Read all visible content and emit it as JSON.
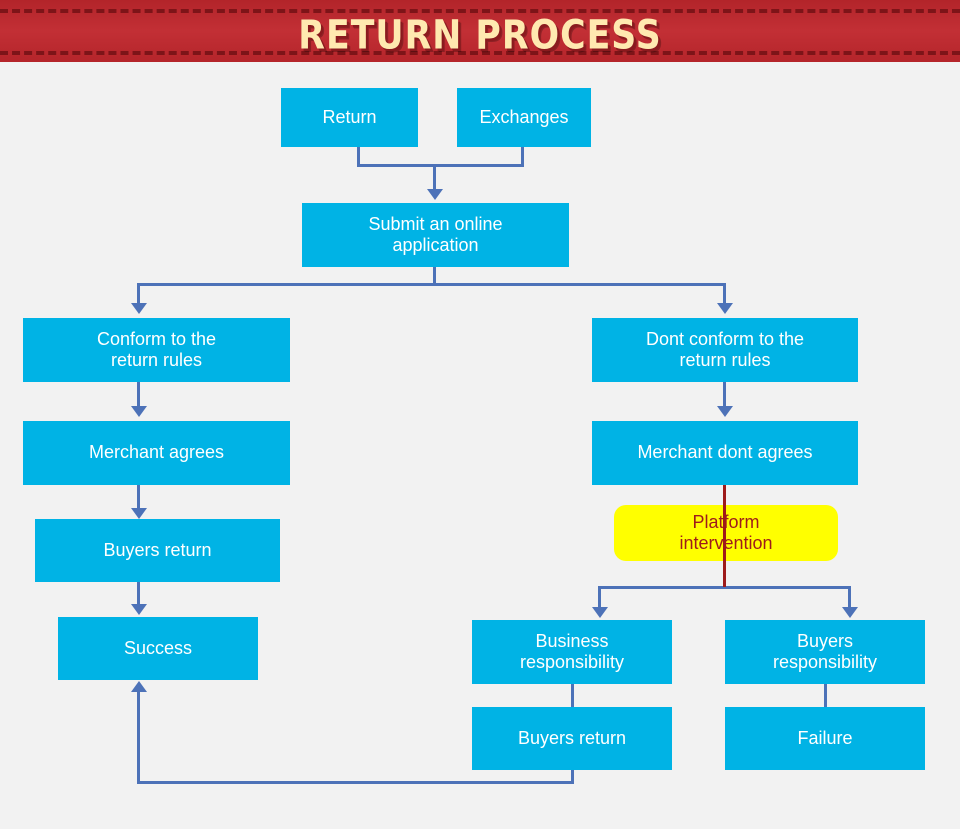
{
  "header": {
    "title": "RETURN PROCESS",
    "background_color": "#c0272d",
    "title_color": "#ffe9b0",
    "stitch_color": "#7d1418"
  },
  "canvas": {
    "background_color": "#f2f2f2",
    "node_color": "#00b3e5",
    "node_text_color": "#ffffff",
    "highlight_color": "#ffff00",
    "highlight_text_color": "#9e1b1b",
    "connector_color": "#4d72b8",
    "red_connector_color": "#9e1b1b"
  },
  "nodes": {
    "return": "Return",
    "exchanges": "Exchanges",
    "submit": "Submit an online\napplication",
    "submit_line1": "Submit an online",
    "submit_line2": "application",
    "conform_line1": "Conform to the",
    "conform_line2": "return rules",
    "merchant_agrees": "Merchant agrees",
    "buyers_return_left": "Buyers return",
    "success": "Success",
    "dont_conform_line1": "Dont conform to the",
    "dont_conform_line2": "return rules",
    "merchant_dont_agrees": "Merchant dont agrees",
    "platform_line1": "Platform",
    "platform_line2": "intervention",
    "business_resp_line1": "Business",
    "business_resp_line2": "responsibility",
    "buyers_return_right": "Buyers return",
    "buyers_resp_line1": "Buyers",
    "buyers_resp_line2": "responsibility",
    "failure": "Failure"
  }
}
